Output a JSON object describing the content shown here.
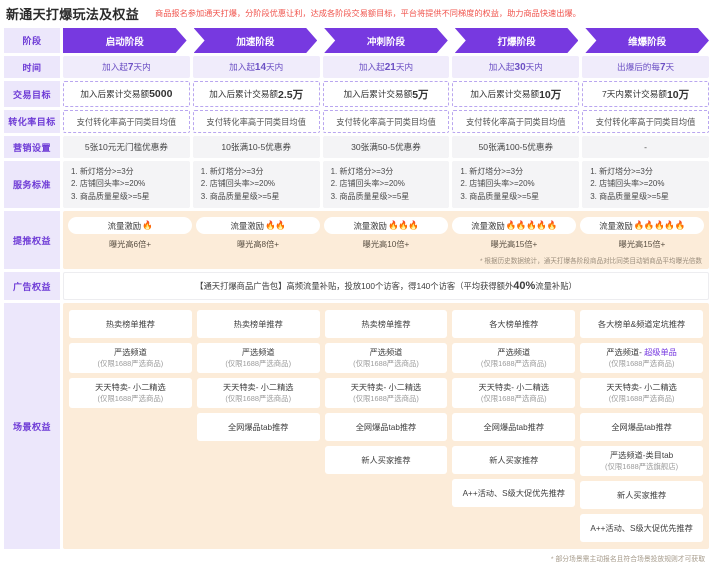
{
  "header": {
    "title": "新通天打爆玩法及权益",
    "subtitle": "商品报名参加通天打爆，分阶段优惠让利，达成各阶段交易额目标，平台将提供不同梯度的权益，助力商品快速出爆。"
  },
  "row_labels": {
    "stage": "阶段",
    "time": "时间",
    "trade_goal": "交易目标",
    "conversion_goal": "转化率目标",
    "marketing": "营销设置",
    "service": "服务标准",
    "traffic": "提推权益",
    "ad": "广告权益",
    "scene": "场景权益"
  },
  "stages": [
    "启动阶段",
    "加速阶段",
    "冲刺阶段",
    "打爆阶段",
    "维爆阶段"
  ],
  "time": [
    {
      "prefix": "加入起",
      "num": "7",
      "suffix": "天内"
    },
    {
      "prefix": "加入起",
      "num": "14",
      "suffix": "天内"
    },
    {
      "prefix": "加入起",
      "num": "21",
      "suffix": "天内"
    },
    {
      "prefix": "加入起",
      "num": "30",
      "suffix": "天内"
    },
    {
      "prefix": "出爆后的每",
      "num": "7",
      "suffix": "天"
    }
  ],
  "trade_goal": [
    {
      "prefix": "加入后累计交易额",
      "num": "5000"
    },
    {
      "prefix": "加入后累计交易额",
      "num": "2.5万"
    },
    {
      "prefix": "加入后累计交易额",
      "num": "5万"
    },
    {
      "prefix": "加入后累计交易额",
      "num": "10万"
    },
    {
      "prefix": "7天内累计交易额",
      "num": "10万"
    }
  ],
  "conversion_goal": [
    "支付转化率高于同类目均值",
    "支付转化率高于同类目均值",
    "支付转化率高于同类目均值",
    "支付转化率高于同类目均值",
    "支付转化率高于同类目均值"
  ],
  "marketing": [
    "5张10元无门槛优惠券",
    "10张满10-5优惠券",
    "30张满50-5优惠券",
    "50张满100-5优惠券",
    "-"
  ],
  "service_standard": [
    "1. 新灯塔分>=3分\n2. 店铺回头率>=20%\n3. 商品质量星级>=5星",
    "1. 新灯塔分>=3分\n2. 店铺回头率>=20%\n3. 商品质量星级>=5星",
    "1. 新灯塔分>=3分\n2. 店铺回头率>=20%\n3. 商品质量星级>=5星",
    "1. 新灯塔分>=3分\n2. 店铺回头率>=20%\n3. 商品质量星级>=5星",
    "1. 新灯塔分>=3分\n2. 店铺回头率>=20%\n3. 商品质量星级>=5星"
  ],
  "traffic": {
    "items": [
      {
        "label": "流量激励",
        "flames": "🔥",
        "exposure": "曝光高6倍+"
      },
      {
        "label": "流量激励",
        "flames": "🔥🔥",
        "exposure": "曝光高8倍+"
      },
      {
        "label": "流量激励",
        "flames": "🔥🔥🔥",
        "exposure": "曝光高10倍+"
      },
      {
        "label": "流量激励",
        "flames": "🔥🔥🔥🔥🔥",
        "exposure": "曝光高15倍+"
      },
      {
        "label": "流量激励",
        "flames": "🔥🔥🔥🔥🔥",
        "exposure": "曝光高15倍+"
      }
    ],
    "note": "* 根据历史数据统计，通天打爆各阶段商品对比同类目动销商品平均曝光倍数"
  },
  "ad": {
    "text_before": "【通天打爆商品广告包】高频流量补贴，投放100个访客，得140个访客（平均获得额外",
    "highlight": "40%",
    "text_after": "流量补贴）"
  },
  "scene": {
    "columns": [
      [
        {
          "main": "热卖榜单推荐",
          "sub": ""
        },
        {
          "main": "严选频道",
          "sub": "(仅限1688严选商品)"
        },
        {
          "main": "天天特卖- 小二精选",
          "sub": "(仅限1688严选商品)"
        }
      ],
      [
        {
          "main": "热卖榜单推荐",
          "sub": ""
        },
        {
          "main": "严选频道",
          "sub": "(仅限1688严选商品)"
        },
        {
          "main": "天天特卖- 小二精选",
          "sub": "(仅限1688严选商品)"
        },
        {
          "main": "全网爆品tab推荐",
          "sub": ""
        }
      ],
      [
        {
          "main": "热卖榜单推荐",
          "sub": ""
        },
        {
          "main": "严选频道",
          "sub": "(仅限1688严选商品)"
        },
        {
          "main": "天天特卖- 小二精选",
          "sub": "(仅限1688严选商品)"
        },
        {
          "main": "全网爆品tab推荐",
          "sub": ""
        },
        {
          "main": "新人买家推荐",
          "sub": ""
        }
      ],
      [
        {
          "main": "各大榜单推荐",
          "sub": ""
        },
        {
          "main": "严选频道",
          "sub": "(仅限1688严选商品)"
        },
        {
          "main": "天天特卖- 小二精选",
          "sub": "(仅限1688严选商品)"
        },
        {
          "main": "全网爆品tab推荐",
          "sub": ""
        },
        {
          "main": "新人买家推荐",
          "sub": ""
        },
        {
          "main": "A++活动、S级大促优先推荐",
          "sub": ""
        }
      ],
      [
        {
          "main": "各大榜单&频道定坑推荐",
          "sub": ""
        },
        {
          "main": "严选频道- 超级单品",
          "sub": "(仅限1688严选商品)",
          "highlight": "超级单品"
        },
        {
          "main": "天天特卖- 小二精选",
          "sub": "(仅限1688严选商品)"
        },
        {
          "main": "全网爆品tab推荐",
          "sub": ""
        },
        {
          "main": "严选频道-类目tab",
          "sub": "(仅限1688严选旗舰店)"
        },
        {
          "main": "新人买家推荐",
          "sub": ""
        },
        {
          "main": "A++活动、S级大促优先推荐",
          "sub": ""
        }
      ]
    ]
  },
  "footnote": "* 部分场景需主动报名且符合场景投放规则才可获取",
  "colors": {
    "brand_purple": "#7739e0",
    "label_bg": "#ece7fb",
    "orange_band": "#fcecd9",
    "red_subtitle": "#f0554e"
  }
}
